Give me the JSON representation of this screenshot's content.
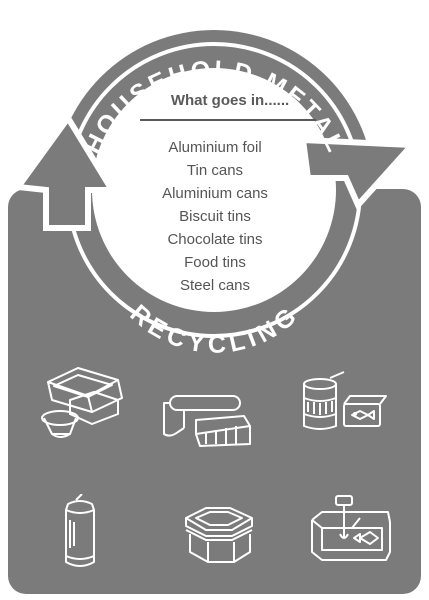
{
  "banner": {
    "top_text": "HOUSEHOLD METAL",
    "bottom_text": "RECYCLING",
    "subheading": "What goes in......"
  },
  "items": [
    "Aluminium foil",
    "Tin cans",
    "Aluminium cans",
    "Biscuit tins",
    "Chocolate tins",
    "Food tins",
    "Steel cans"
  ],
  "icons": [
    "foil-trays-icon",
    "foil-roll-and-tray-icon",
    "food-tins-icon",
    "drink-can-icon",
    "biscuit-tin-icon",
    "tin-with-key-icon"
  ],
  "colors": {
    "panel": "#7b7b7b",
    "ring": "#7b7b7b",
    "text": "#555555",
    "line": "#ffffff"
  }
}
